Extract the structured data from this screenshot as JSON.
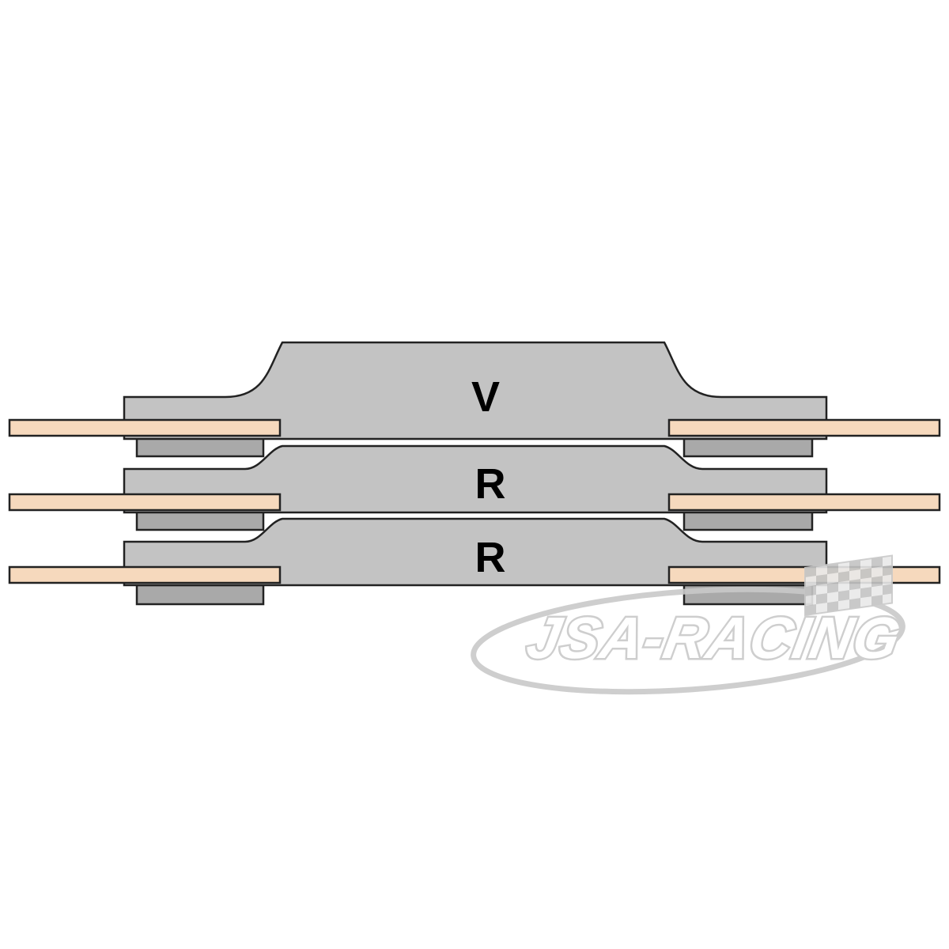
{
  "diagram": {
    "layers": [
      {
        "label": "V"
      },
      {
        "label": "R"
      },
      {
        "label": "R"
      }
    ]
  },
  "watermark": {
    "text": "JSA-RACING",
    "icon": "checkered-flag-icon"
  },
  "colors": {
    "background": "#ffffff",
    "shim_fill": "#c3c3c3",
    "outline": "#222222",
    "pad_fill": "#a9a9a9",
    "rod_fill": "#f6d9bd",
    "logo_gray": "#c9c9c9"
  }
}
